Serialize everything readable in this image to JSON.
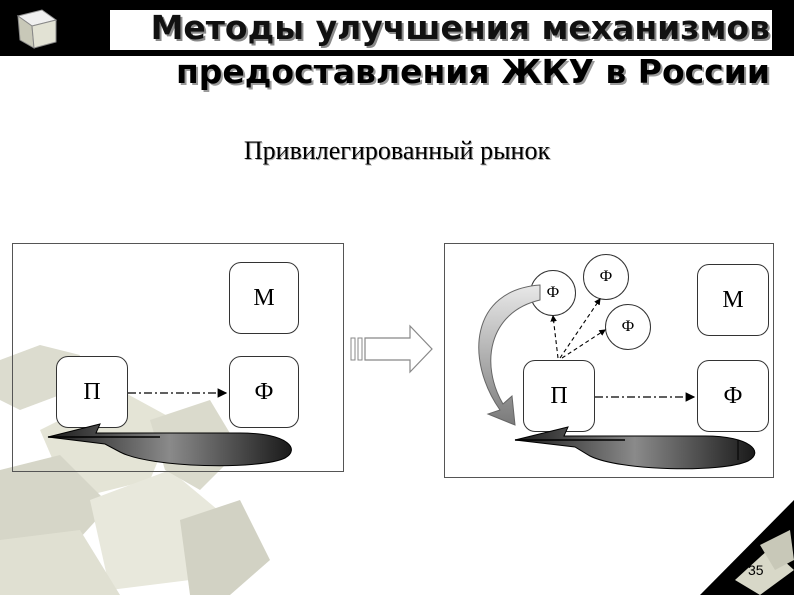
{
  "title": {
    "line1": "Методы улучшения механизмов",
    "line2": "предоставления ЖКУ в России"
  },
  "subtitle": "Привилегированный рынок",
  "left_panel": {
    "node_m": "М",
    "node_p": "П",
    "node_f": "Ф"
  },
  "right_panel": {
    "node_m": "М",
    "node_p": "П",
    "node_f": "Ф",
    "circle_1": "Ф",
    "circle_2": "Ф",
    "circle_3": "Ф"
  },
  "page_number": "35"
}
